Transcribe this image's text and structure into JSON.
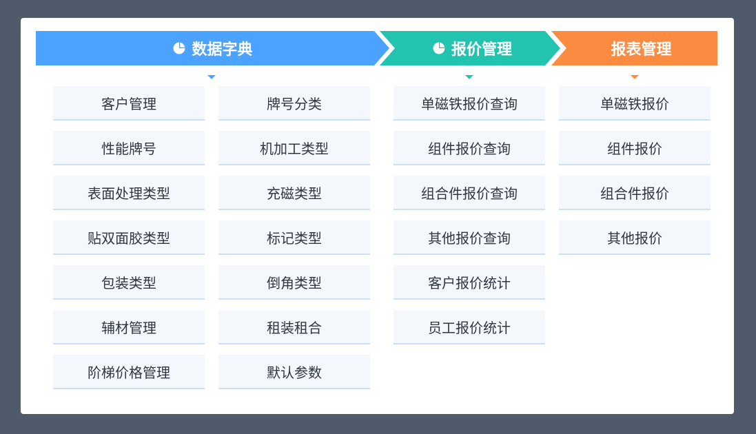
{
  "stages": [
    {
      "label": "数据字典",
      "icon": "pie-chart-icon",
      "color": "#4ba3ff"
    },
    {
      "label": "报价管理",
      "icon": "pie-chart-icon",
      "color": "#22c4b0"
    },
    {
      "label": "报表管理",
      "color": "#fb8b40"
    }
  ],
  "dictionary": {
    "col1": [
      "客户管理",
      "性能牌号",
      "表面处理类型",
      "贴双面胶类型",
      "包装类型",
      "辅材管理",
      "阶梯价格管理"
    ],
    "col2": [
      "牌号分类",
      "机加工类型",
      "充磁类型",
      "标记类型",
      "倒角类型",
      "租装租合",
      "默认参数"
    ]
  },
  "quotation": [
    "单磁铁报价查询",
    "组件报价查询",
    "组合件报价查询",
    "其他报价查询",
    "客户报价统计",
    "员工报价统计"
  ],
  "reports": [
    "单磁铁报价",
    "组件报价",
    "组合件报价",
    "其他报价"
  ]
}
